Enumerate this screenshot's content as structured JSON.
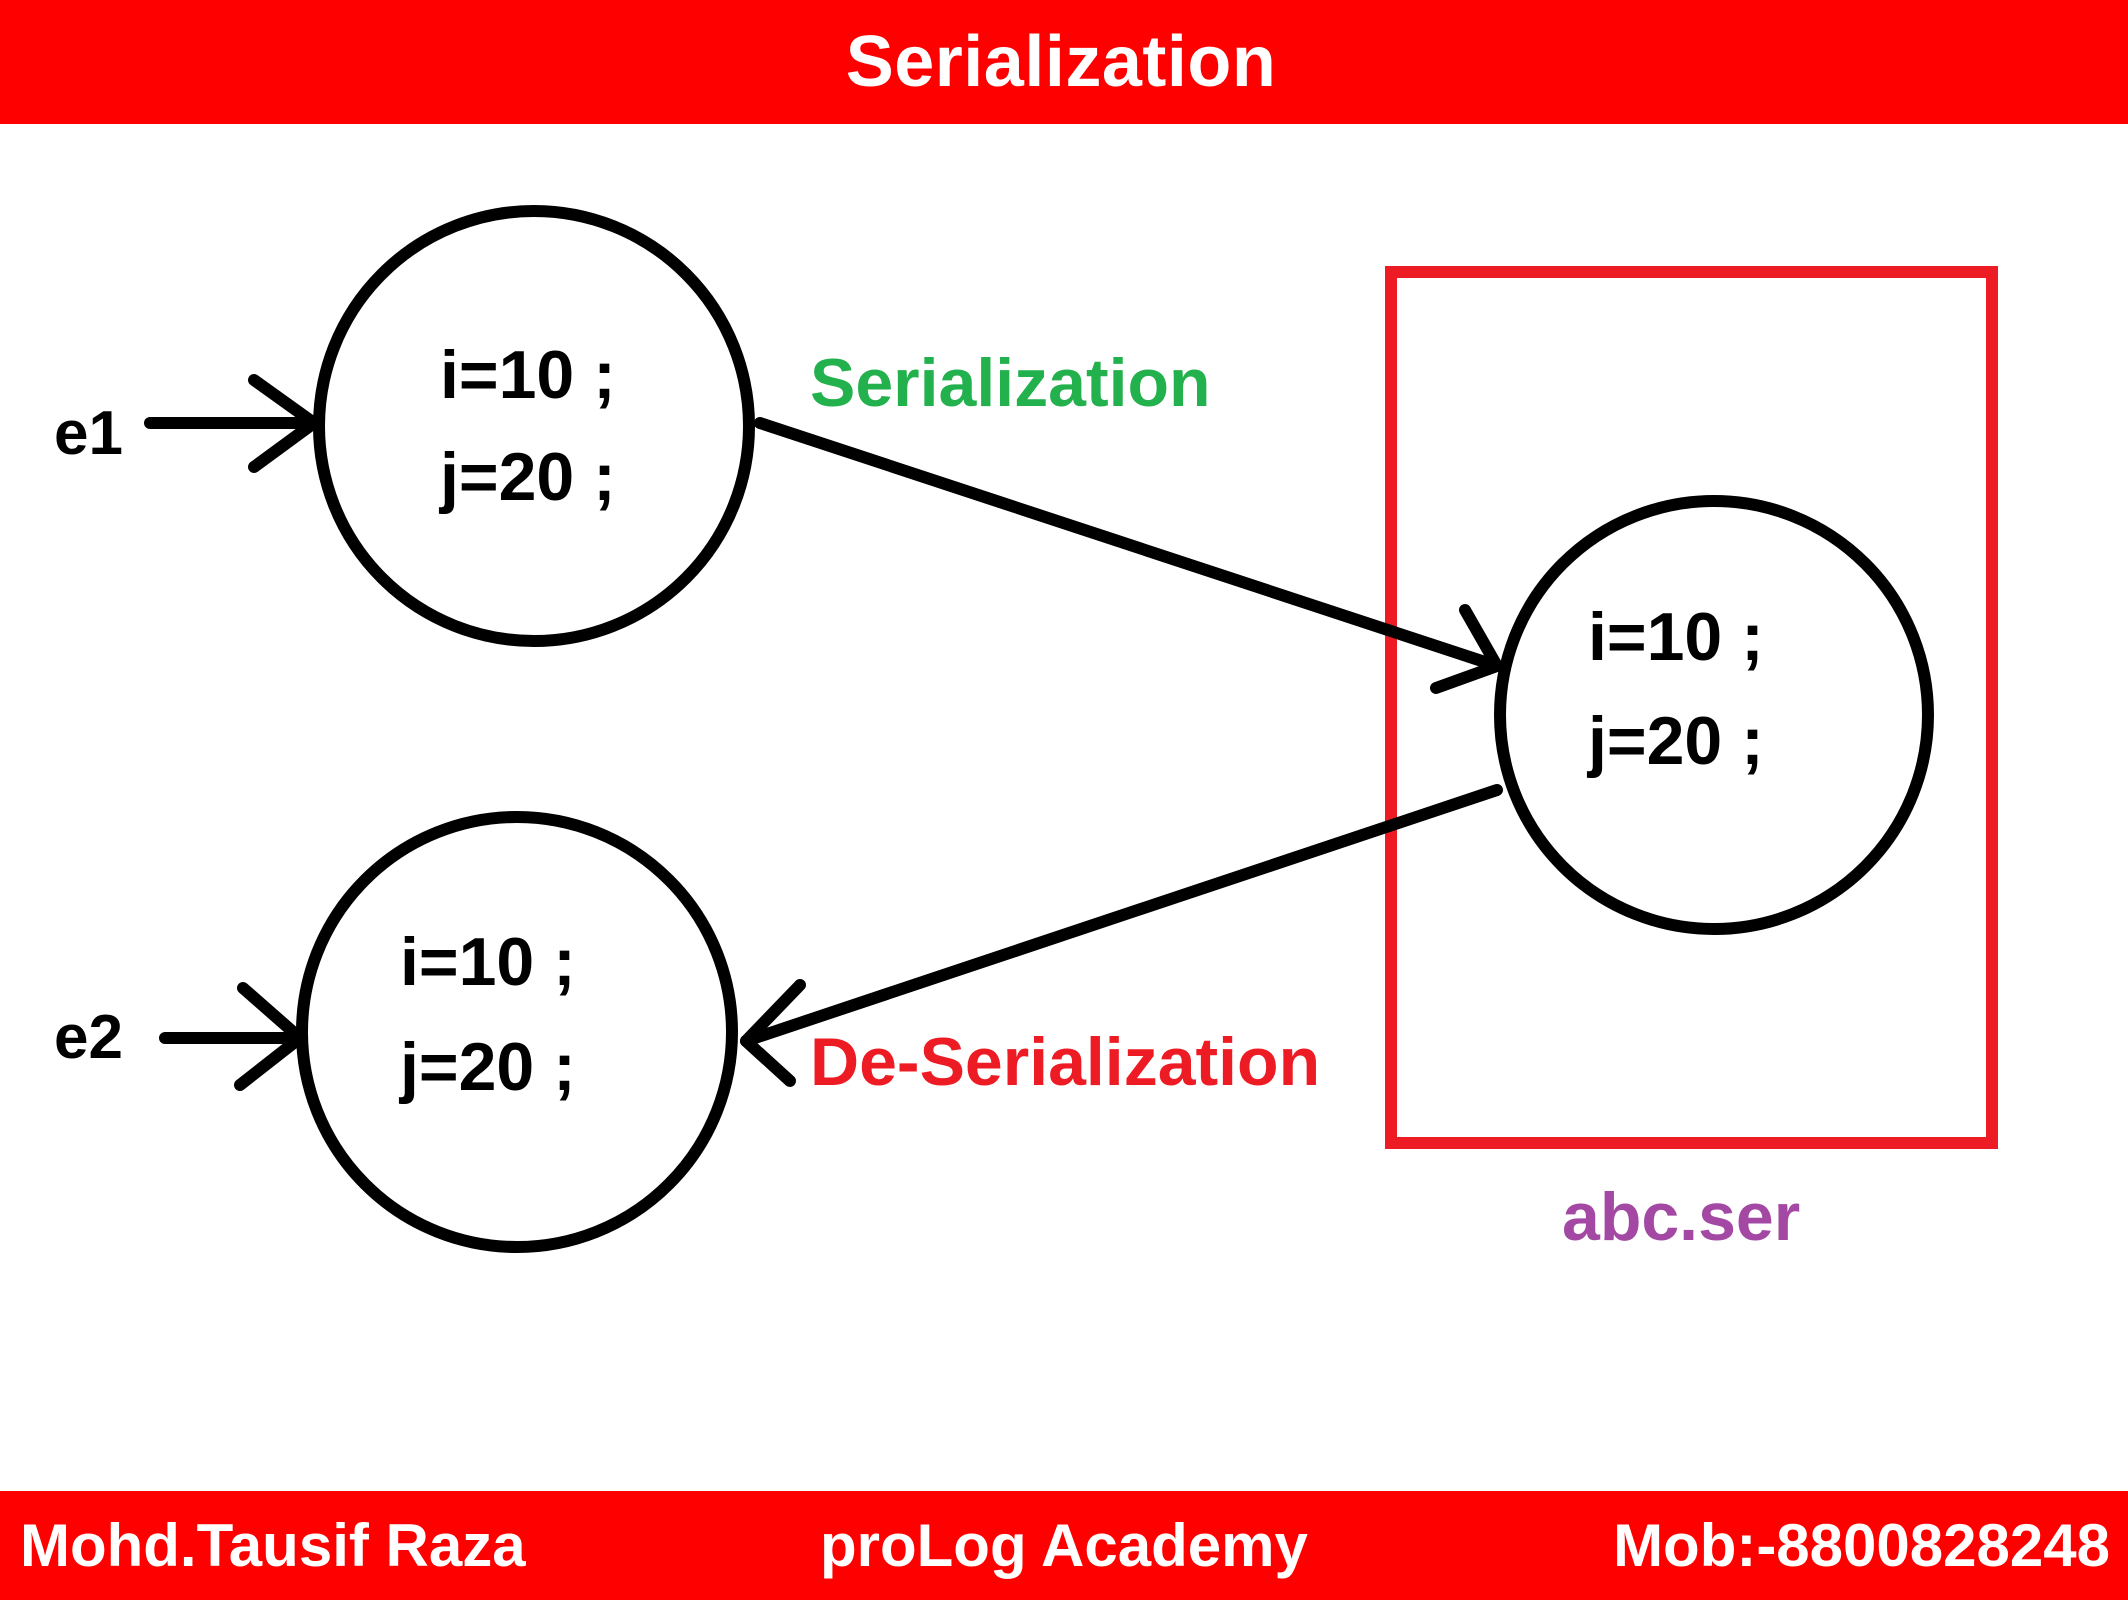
{
  "header": {
    "title": "Serialization"
  },
  "diagram": {
    "nodes": {
      "e1": {
        "label": "e1",
        "line1": "i=10 ;",
        "line2": "j=20 ;"
      },
      "e2": {
        "label": "e2",
        "line1": "i=10 ;",
        "line2": "j=20 ;"
      },
      "file_object": {
        "line1": "i=10 ;",
        "line2": "j=20 ;"
      }
    },
    "edges": {
      "serialization_label": "Serialization",
      "deserialization_label": "De-Serialization"
    },
    "file": {
      "name": "abc.ser"
    }
  },
  "footer": {
    "author": "Mohd.Tausif Raza",
    "organization": "proLog Academy",
    "contact": "Mob:-8800828248"
  },
  "colors": {
    "banner": "#ff0000",
    "file_box": "#ed1c24",
    "serialization_text": "#22b14c",
    "deserialization_text": "#ed1c24",
    "file_name_text": "#a349a4",
    "ink": "#000000"
  }
}
